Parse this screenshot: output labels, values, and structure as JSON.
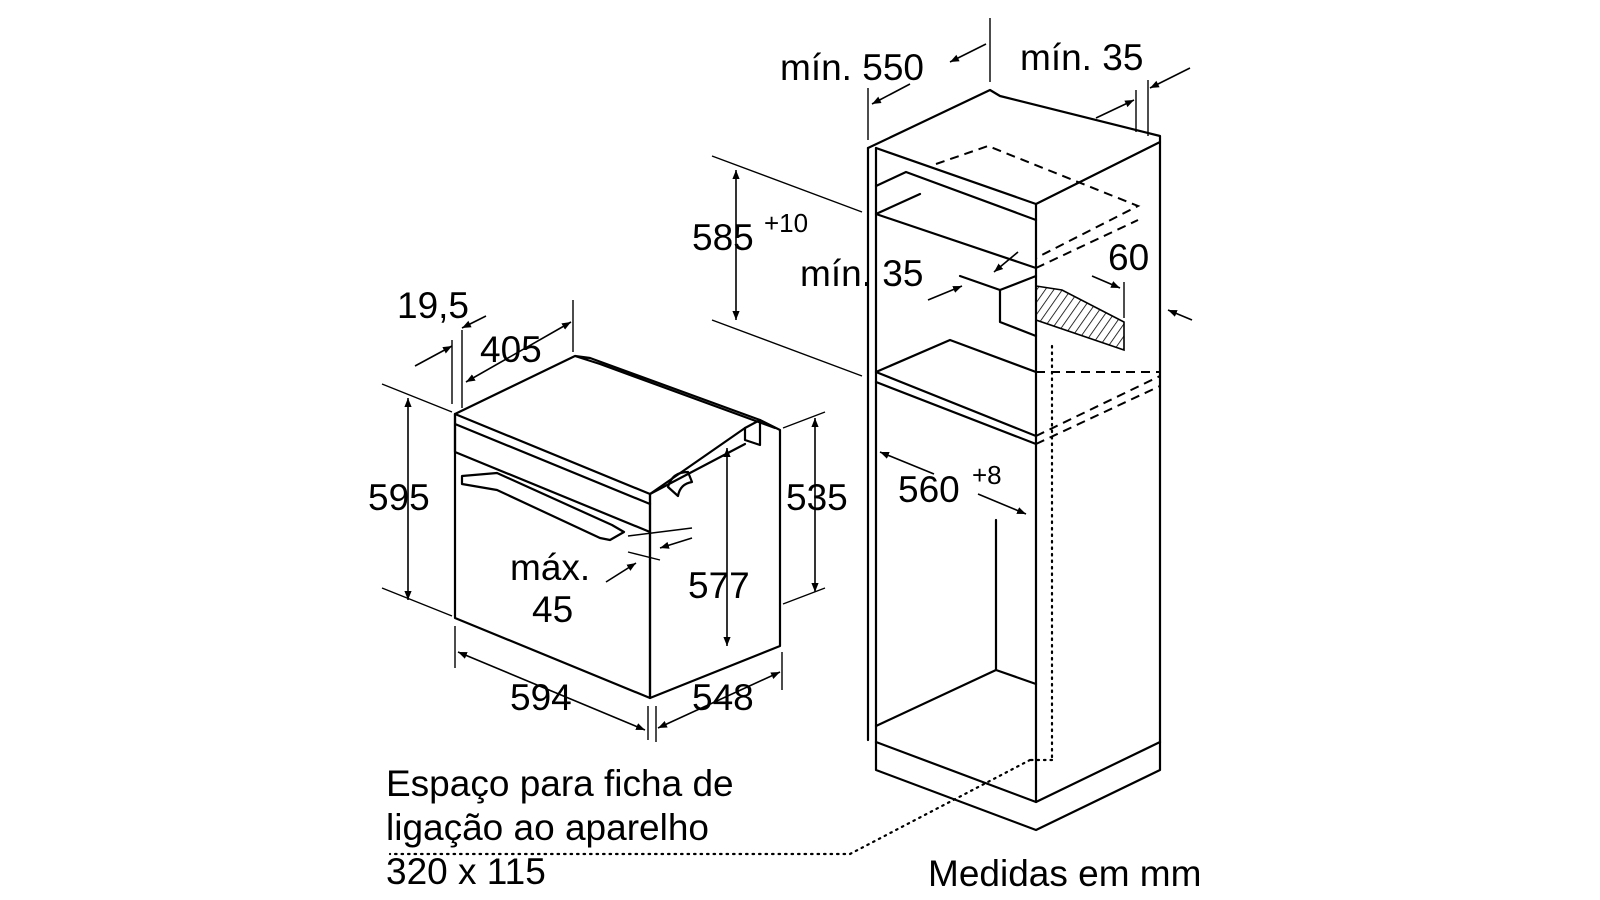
{
  "oven": {
    "depth_front": "19,5",
    "depth_top": "405",
    "height_total": "595",
    "height_body": "535",
    "height_inner": "577",
    "handle_max_line1": "máx.",
    "handle_max_line2": "45",
    "width": "594",
    "depth": "548"
  },
  "cabinet": {
    "min_depth": "mín. 550",
    "min_gap_back": "mín. 35",
    "niche_height_base": "585",
    "niche_height_tol": "+10",
    "min_gap_inner": "mín. 35",
    "vent_height": "60",
    "niche_width_base": "560",
    "niche_width_tol": "+8"
  },
  "notes": {
    "plug_line1": "Espaço para ficha de",
    "plug_line2": "ligação ao aparelho",
    "plug_line3": "320 x 115",
    "units": "Medidas em mm"
  }
}
